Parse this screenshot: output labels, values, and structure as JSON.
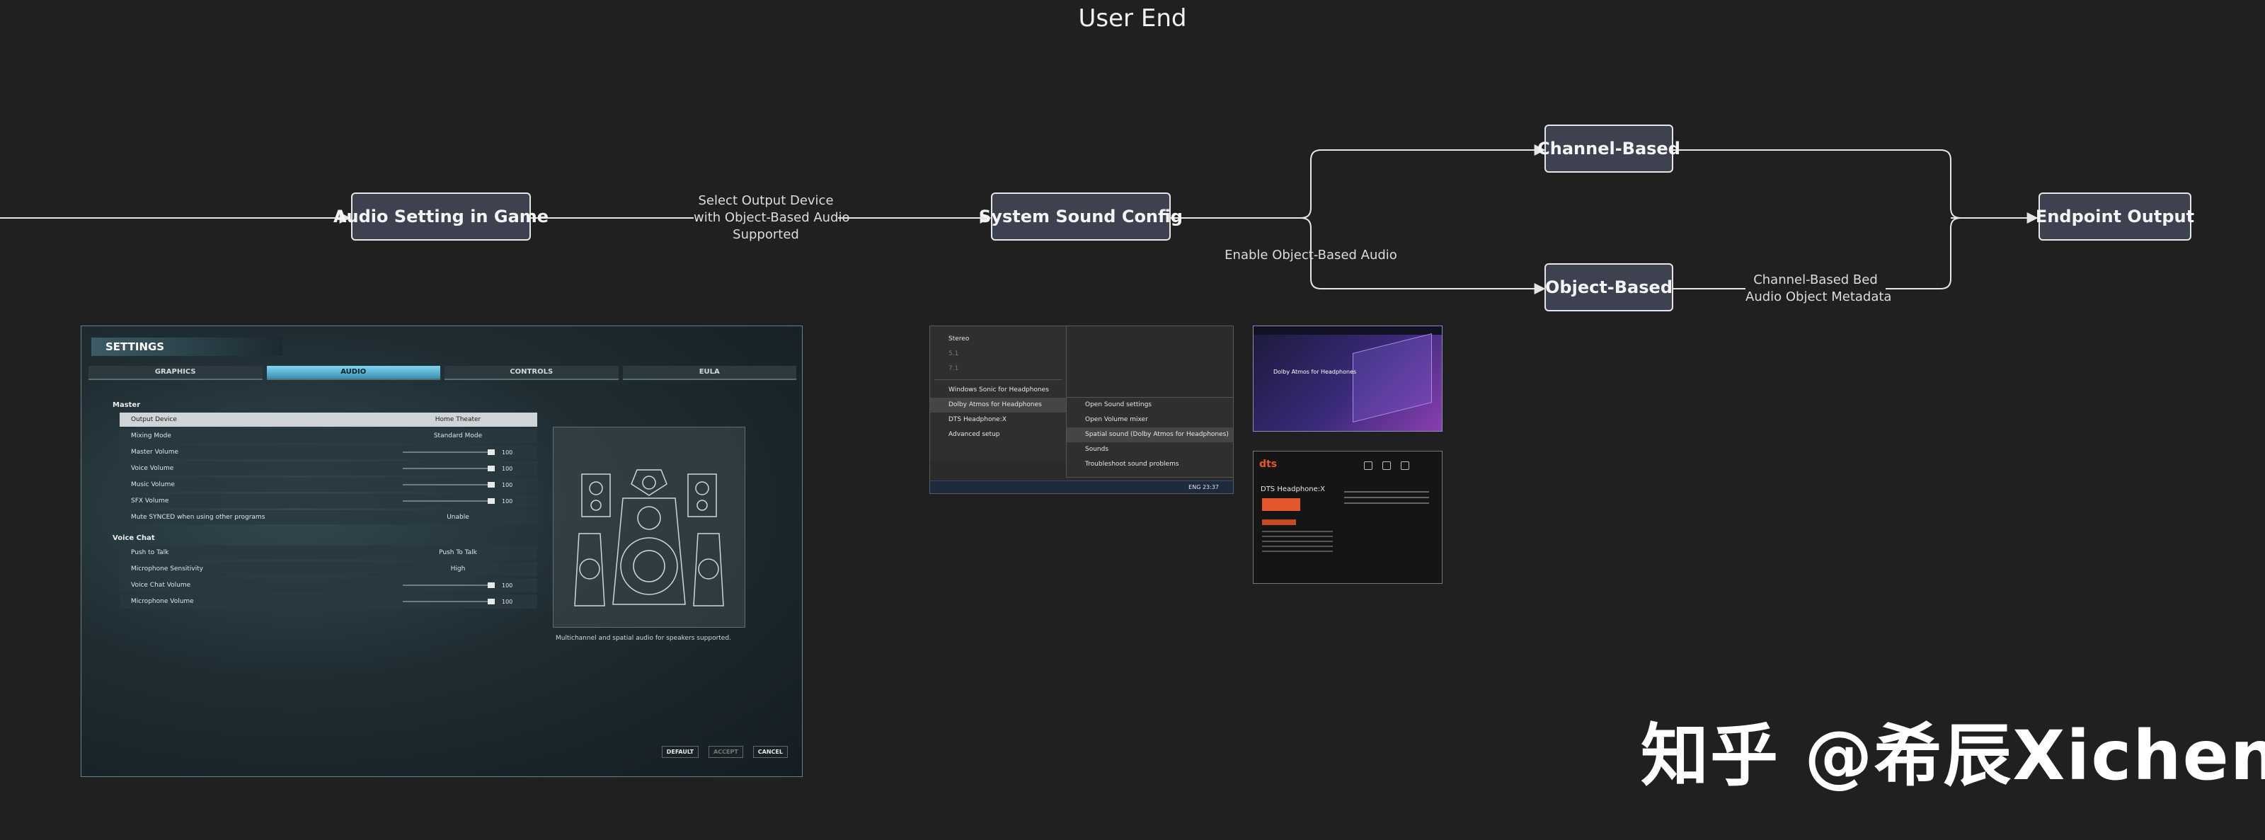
{
  "title": "User End",
  "nodes": {
    "audio_setting": "Audio Setting in Game",
    "system_sound": "System Sound Config",
    "channel_based": "Channel-Based",
    "object_based": "Object-Based",
    "endpoint": "Endpoint Output"
  },
  "edge_labels": {
    "select_output_1": "Select Output Device",
    "select_output_2": "with Object-Based Audio",
    "select_output_3": "Supported",
    "enable_object": "Enable Object-Based Audio",
    "bed_1": "Channel-Based Bed",
    "bed_2": "Audio Object Metadata"
  },
  "watermark": "知乎 @希辰Xichen",
  "game_settings": {
    "header": "SETTINGS",
    "tabs": [
      "GRAPHICS",
      "AUDIO",
      "CONTROLS",
      "EULA"
    ],
    "master_label": "Master",
    "master_rows": [
      {
        "label": "Output Device",
        "value": "Home Theater"
      },
      {
        "label": "Mixing Mode",
        "value": "Standard Mode"
      },
      {
        "label": "Master Volume",
        "value": "100"
      },
      {
        "label": "Voice Volume",
        "value": "100"
      },
      {
        "label": "Music Volume",
        "value": "100"
      },
      {
        "label": "SFX Volume",
        "value": "100"
      },
      {
        "label": "Mute SYNCED when using other programs",
        "value": "Unable"
      }
    ],
    "voice_label": "Voice Chat",
    "voice_rows": [
      {
        "label": "Push to Talk",
        "value": "Push To Talk"
      },
      {
        "label": "Microphone Sensitivity",
        "value": "High"
      },
      {
        "label": "Voice Chat Volume",
        "value": "100"
      },
      {
        "label": "Microphone Volume",
        "value": "100"
      }
    ],
    "description": "Multichannel and spatial audio for speakers supported.",
    "buttons": {
      "default": "DEFAULT",
      "accept": "ACCEPT",
      "cancel": "CANCEL"
    }
  },
  "windows_menu": {
    "items": [
      "Stereo",
      "5.1",
      "7.1",
      "Windows Sonic for Headphones",
      "Dolby Atmos for Headphones",
      "DTS Headphone:X",
      "Advanced setup"
    ],
    "submenu": [
      "Open Sound settings",
      "Open Volume mixer",
      "Spatial sound (Dolby Atmos for Headphones)",
      "Sounds",
      "Troubleshoot sound problems"
    ],
    "taskbar": "ENG  23:37"
  },
  "dolby": {
    "title": "Dolby Atmos for Headphones"
  },
  "dts": {
    "logo": "dts",
    "subtitle": "DTS Headphone:X"
  }
}
